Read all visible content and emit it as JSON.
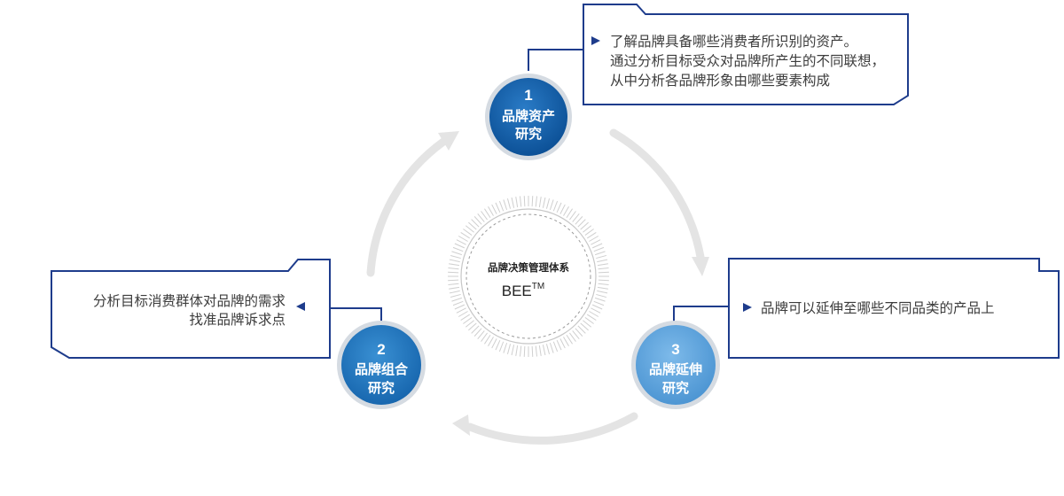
{
  "center": {
    "title": "品牌决策管理体系",
    "code": "BEE",
    "trademark": "TM"
  },
  "nodes": [
    {
      "number": "1",
      "title": "品牌资产",
      "subtitle": "研究",
      "color": "#0f5ba6",
      "callout": [
        "了解品牌具备哪些消费者所识别的资产。",
        "通过分析目标受众对品牌所产生的不同联想，",
        "从中分析各品牌形象由哪些要素构成"
      ]
    },
    {
      "number": "2",
      "title": "品牌组合",
      "subtitle": "研究",
      "color": "#1f74bd",
      "callout": [
        "分析目标消费群体对品牌的需求",
        "找准品牌诉求点"
      ]
    },
    {
      "number": "3",
      "title": "品牌延伸",
      "subtitle": "研究",
      "color": "#5aa3dc",
      "callout": [
        "品牌可以延伸至哪些不同品类的产品上"
      ]
    }
  ],
  "colors": {
    "callout_border": "#1e3c8c",
    "cycle_arrow": "#e2e2e2",
    "node_ring": "#d8dde3"
  }
}
